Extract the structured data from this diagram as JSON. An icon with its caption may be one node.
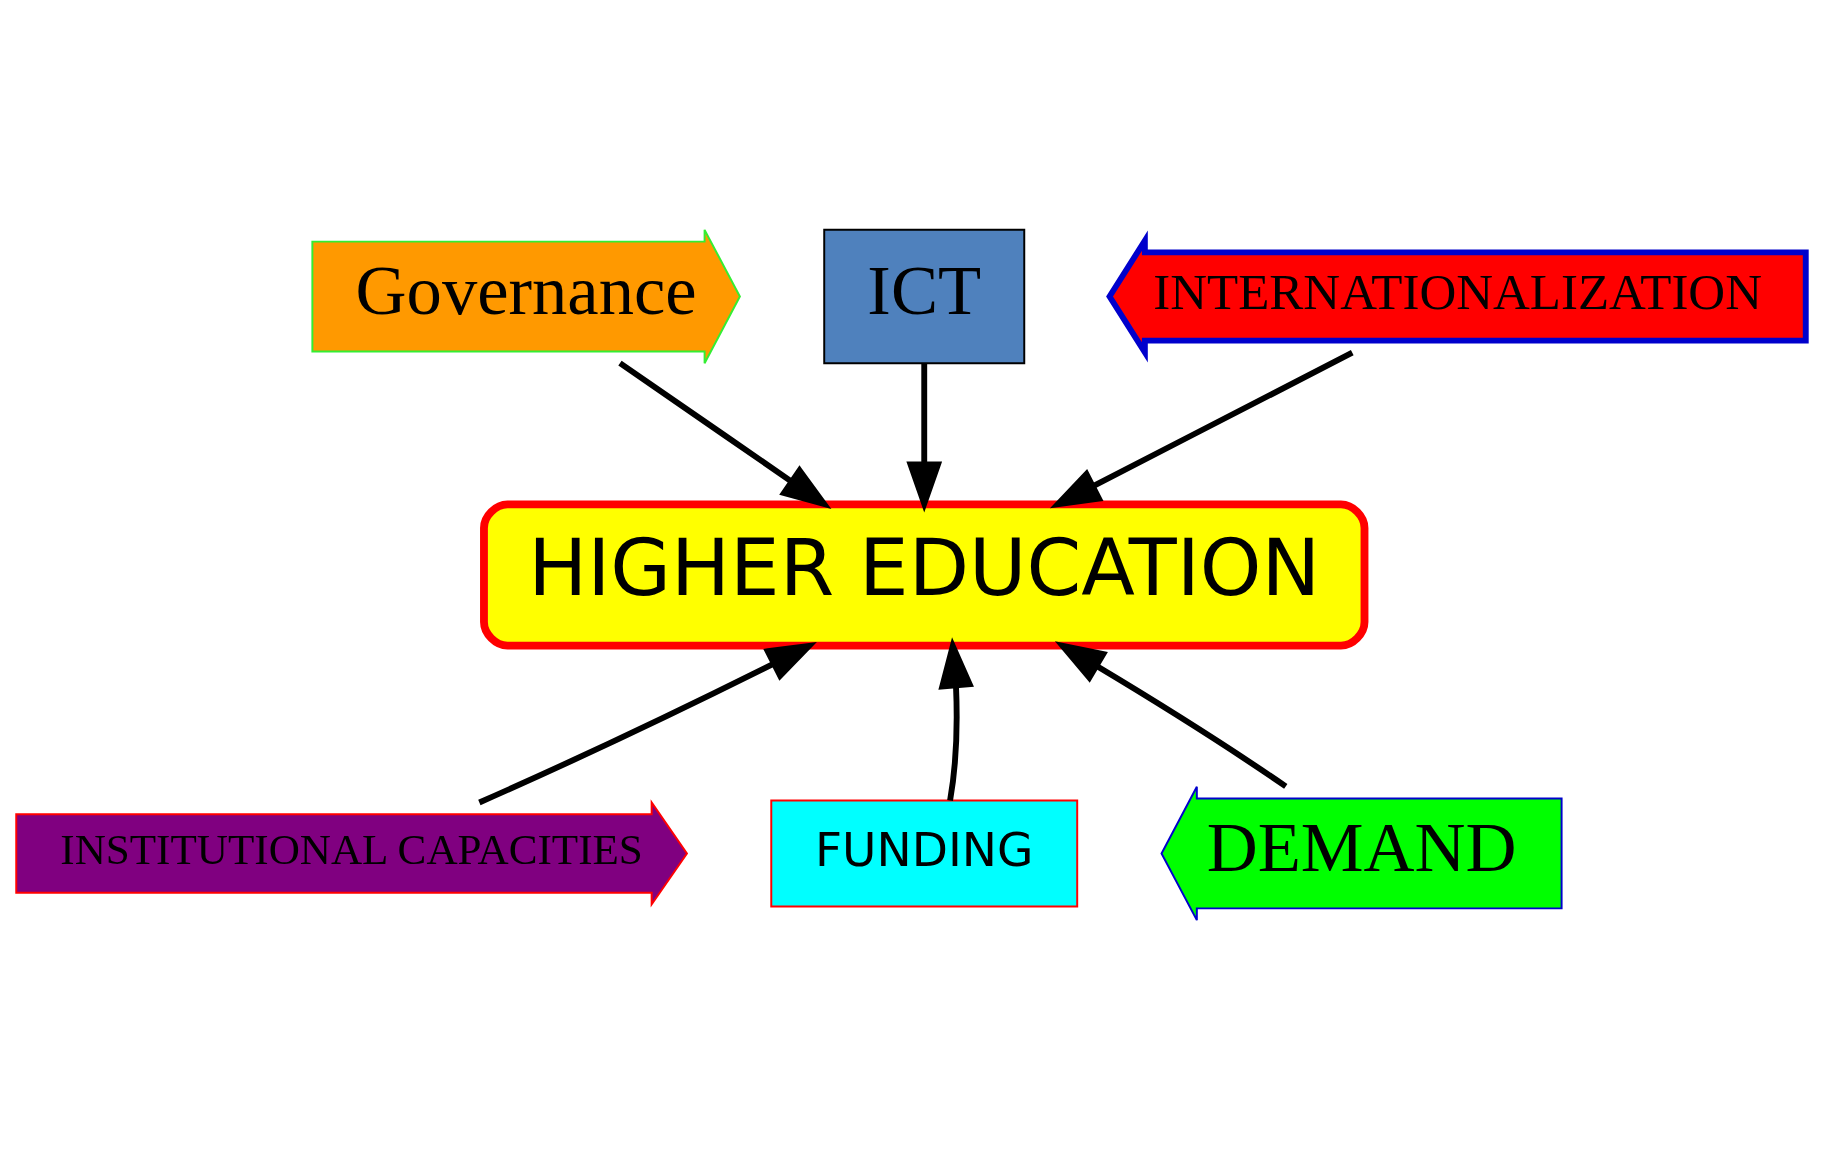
{
  "diagram": {
    "nodes": [
      {
        "text": [
          "HIGHER EDUCATION"
        ]
      },
      {
        "text": [
          "Governance"
        ]
      },
      {
        "text": [
          "ICT"
        ]
      },
      {
        "text": [
          "INTERNATIONALIZATION"
        ]
      },
      {
        "text": [
          "INSTITUTIONAL CAPACITIES"
        ]
      },
      {
        "text": [
          "FUNDING"
        ]
      },
      {
        "text": [
          "DEMAND"
        ]
      }
    ],
    "edges": [
      {
        "from": 1,
        "to": 0,
        "arrow": "to"
      },
      {
        "from": 2,
        "to": 0,
        "arrow": "to"
      },
      {
        "from": 3,
        "to": 0,
        "arrow": "to"
      },
      {
        "from": 4,
        "to": 0,
        "arrow": "to"
      },
      {
        "from": 5,
        "to": 0,
        "arrow": "to"
      },
      {
        "from": 6,
        "to": 0,
        "arrow": "to"
      }
    ]
  }
}
